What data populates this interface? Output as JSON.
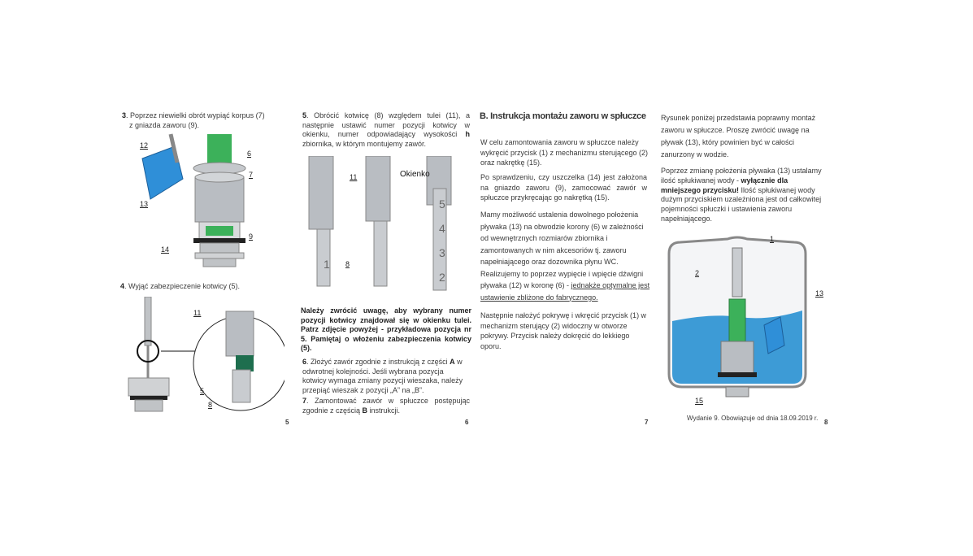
{
  "pages": [
    {
      "number": "5",
      "step3": {
        "n": "3",
        "text": ". Poprzez niewielki obrót wypiąć korpus (7)",
        "text2": "z gniazda zaworu (9)."
      },
      "fig1_labels": [
        "12",
        "6",
        "7",
        "13",
        "9",
        "14"
      ],
      "step4": {
        "n": "4",
        "text": ". Wyjąć zabezpieczenie kotwicy (5)."
      },
      "fig2_labels": [
        "11",
        "5",
        "8"
      ]
    },
    {
      "number": "6",
      "step5": {
        "n": "5",
        "text": ". Obrócić kotwicę (8) względem tulei (11), a następnie ustawić numer pozycji kotwicy w okienku, numer odpowiadający wysokości ",
        "bold": "h",
        "text2": " zbiornika, w którym montujemy zawór."
      },
      "fig_labels": {
        "l11": "11",
        "l8": "8",
        "okienko": "Okienko"
      },
      "positions": [
        "1",
        "2",
        "3",
        "4",
        "5"
      ],
      "note": "Należy zwrócić uwagę, aby wybrany numer pozycji kotwicy znajdował się w okienku tulei. Patrz zdjęcie powyżej - przykładowa pozycja nr 5. Pamiętaj o włożeniu zabezpieczenia kotwicy (5).",
      "step6": {
        "n": "6",
        "text": ". Złożyć zawór zgodnie z instrukcją z części ",
        "bold": "A",
        "text2": " w odwrotnej kolejności. Jeśli wybrana pozycja kotwicy wymaga zmiany pozycji wieszaka, należy przepiąć wieszak z pozycji „A” na „B”."
      },
      "step7": {
        "n": "7",
        "text": ". Zamontować zawór w spłuczce postępując zgodnie z częścią ",
        "bold": "B",
        "text2": " instrukcji."
      }
    },
    {
      "number": "7",
      "heading": "B. Instrukcja montażu zaworu w spłuczce",
      "p1": "W celu zamontowania zaworu w spłuczce należy wykręcić przycisk (1) z mechanizmu sterującego (2) oraz nakrętkę (15).",
      "p2": "Po sprawdzeniu, czy uszczelka (14) jest założona na gniazdo zaworu (9), zamocować zawór w spłuczce przykręcając go nakrętką (15).",
      "p3": "Mamy możliwość ustalenia dowolnego położenia pływaka (13) na obwodzie korony (6) w zależności od wewnętrznych rozmiarów zbiornika i zamontowanych w nim akcesoriów tj. zaworu napełniającego oraz dozownika płynu WC. Realizujemy to poprzez wypięcie i wpięcie dźwigni pływaka (12) w koronę (6) - ",
      "p3u": "jednakże optymalne jest ustawienie zbliżone do fabrycznego.",
      "p4": "Następnie nałożyć pokrywę i wkręcić przycisk (1) w mechanizm sterujący (2) widoczny w otworze pokrywy. Przycisk należy dokręcić do lekkiego oporu."
    },
    {
      "number": "8",
      "p1": "Rysunek poniżej przedstawia poprawny montaż zaworu w spłuczce. Proszę zwrócić uwagę na pływak (13), który powinien być w całości zanurzony w wodzie.",
      "p2a": "Poprzez zmianę położenia pływaka (13) ustalamy ilość spłukiwanej wody - ",
      "p2b": "wyłącznie dla mniejszego przycisku!",
      "p2c": " Ilość spłukiwanej wody dużym przyciskiem uzależniona jest od całkowitej pojemności spłuczki i ustawienia zaworu napełniającego.",
      "fig_labels": {
        "l1": "1",
        "l2": "2",
        "l13": "13",
        "l15": "15"
      },
      "footer": "Wydanie 9. Obowiązuje od dnia 18.09.2019 r."
    }
  ],
  "colors": {
    "water": "#3d9bd6",
    "green": "#3cb15a",
    "blue": "#2f8fd8",
    "grey": "#b8bcc2"
  }
}
